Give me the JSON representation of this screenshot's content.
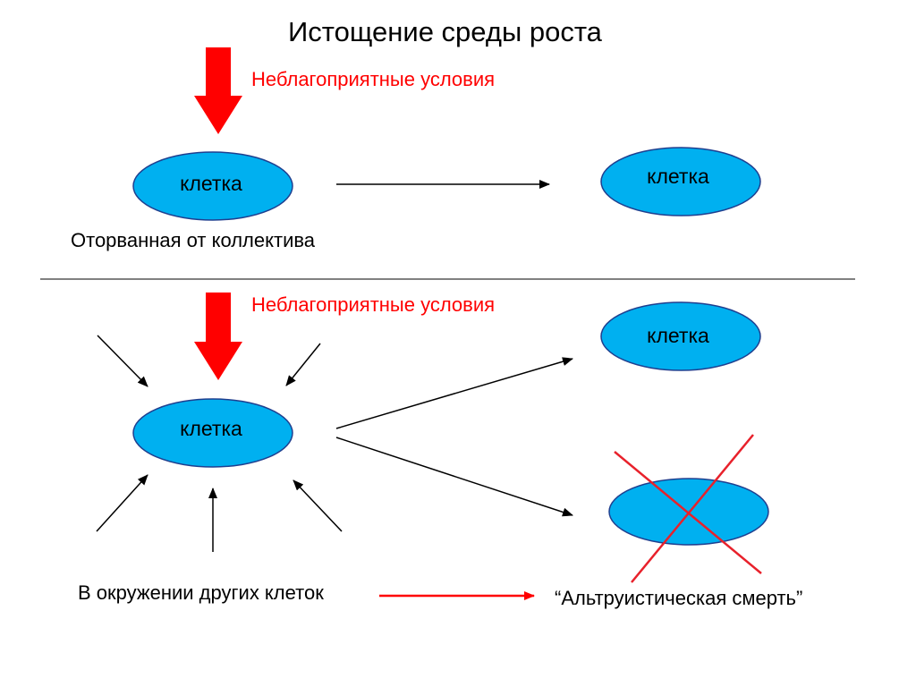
{
  "title": "Истощение среды роста",
  "top_section": {
    "condition_label": "Неблагоприятные условия",
    "cell_left_label": "клетка",
    "cell_right_label": "клетка",
    "caption": "Оторванная от коллектива"
  },
  "bottom_section": {
    "condition_label": "Неблагоприятные условия",
    "cell_center_label": "клетка",
    "cell_survivor_label": "клетка",
    "caption": "В окружении других клеток",
    "outcome": "“Альтруистическая смерть”"
  },
  "colors": {
    "cell_fill": "#00b0f0",
    "cell_stroke": "#1f3f8f",
    "condition_arrow": "#ff0000",
    "cross": "#e8212b",
    "text_red": "#ff0000"
  }
}
